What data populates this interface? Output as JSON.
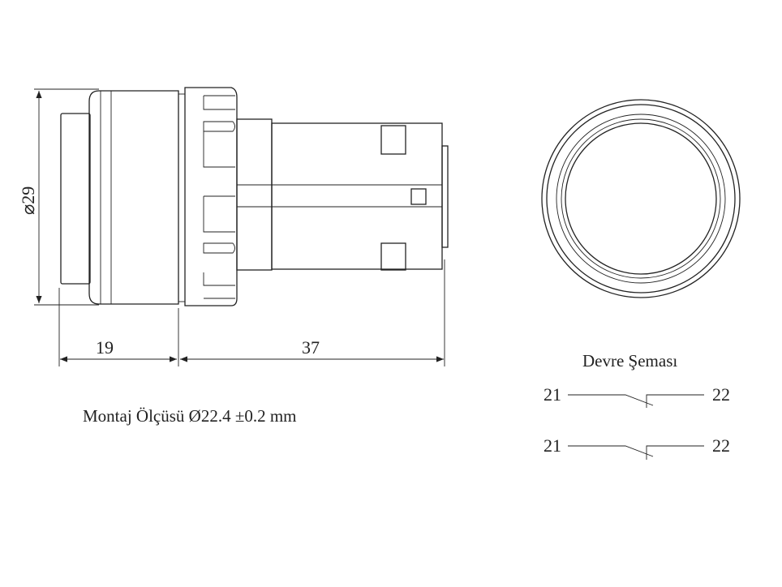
{
  "dimensions": {
    "diameter": "⌀29",
    "front_length": "19",
    "body_length": "37"
  },
  "mounting": "Montaj Ölçüsü Ø22.4 ±0.2 mm",
  "circuit": {
    "title": "Devre Şeması",
    "contacts": [
      {
        "left": "21",
        "right": "22"
      },
      {
        "left": "21",
        "right": "22"
      }
    ]
  }
}
